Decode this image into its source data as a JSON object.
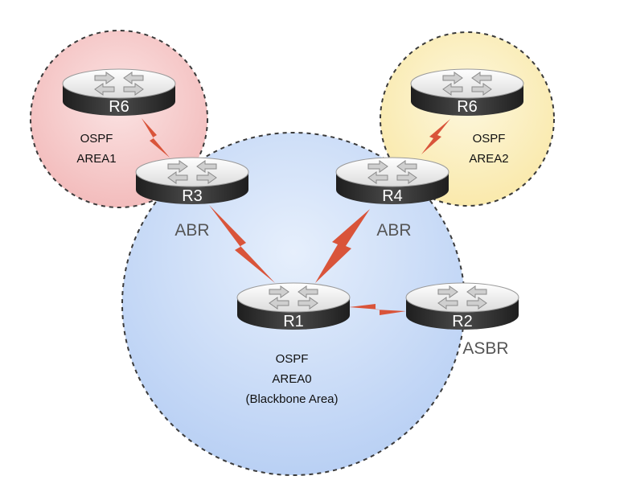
{
  "areas": {
    "area0": {
      "line1": "OSPF",
      "line2": "AREA0",
      "line3": "(Blackbone Area)"
    },
    "area1": {
      "line1": "OSPF",
      "line2": "AREA1"
    },
    "area2": {
      "line1": "OSPF",
      "line2": "AREA2"
    }
  },
  "routers": {
    "r6_area1": {
      "name": "R6"
    },
    "r6_area2": {
      "name": "R6"
    },
    "r3": {
      "name": "R3",
      "role": "ABR"
    },
    "r4": {
      "name": "R4",
      "role": "ABR"
    },
    "r1": {
      "name": "R1"
    },
    "r2": {
      "name": "R2",
      "role": "ASBR"
    }
  },
  "colors": {
    "area0_fill": "#c9dcf7",
    "area1_fill": "#f6c9c9",
    "area2_fill": "#fbefc0",
    "router_top": "#f2f2f2",
    "router_side": "#333333",
    "link": "#d9543a"
  }
}
